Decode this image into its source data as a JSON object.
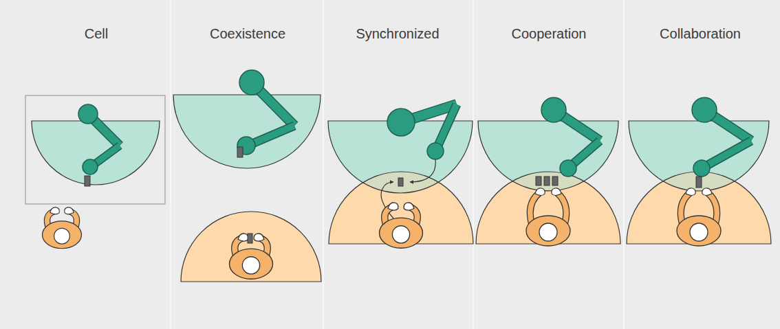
{
  "diagram": {
    "labels": [
      "Cell",
      "Coexistence",
      "Synchronized",
      "Cooperation",
      "Collaboration"
    ]
  }
}
